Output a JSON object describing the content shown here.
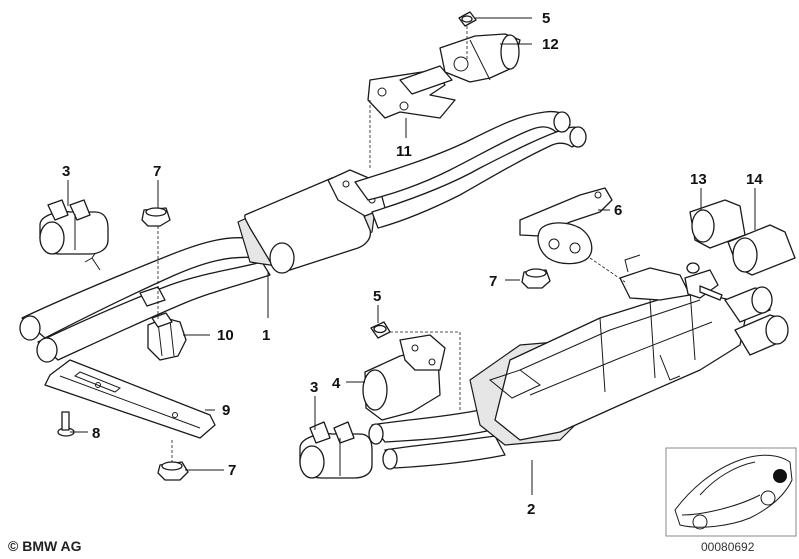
{
  "callouts": [
    {
      "id": "p5-top",
      "label": "5"
    },
    {
      "id": "p12",
      "label": "12"
    },
    {
      "id": "p11",
      "label": "11"
    },
    {
      "id": "p3-left",
      "label": "3"
    },
    {
      "id": "p7-left",
      "label": "7"
    },
    {
      "id": "p1",
      "label": "1"
    },
    {
      "id": "p10",
      "label": "10"
    },
    {
      "id": "p9",
      "label": "9"
    },
    {
      "id": "p8",
      "label": "8"
    },
    {
      "id": "p7-bottom",
      "label": "7"
    },
    {
      "id": "p6",
      "label": "6"
    },
    {
      "id": "p7-right",
      "label": "7"
    },
    {
      "id": "p13",
      "label": "13"
    },
    {
      "id": "p14",
      "label": "14"
    },
    {
      "id": "p5-mid",
      "label": "5"
    },
    {
      "id": "p4",
      "label": "4"
    },
    {
      "id": "p3-bottom",
      "label": "3"
    },
    {
      "id": "p2",
      "label": "2"
    }
  ],
  "footer": {
    "copyright": "© BMW AG",
    "document_number": "00080692"
  },
  "colors": {
    "line": "#1a1a1a",
    "background": "#ffffff",
    "inset_marker": "#111111"
  }
}
